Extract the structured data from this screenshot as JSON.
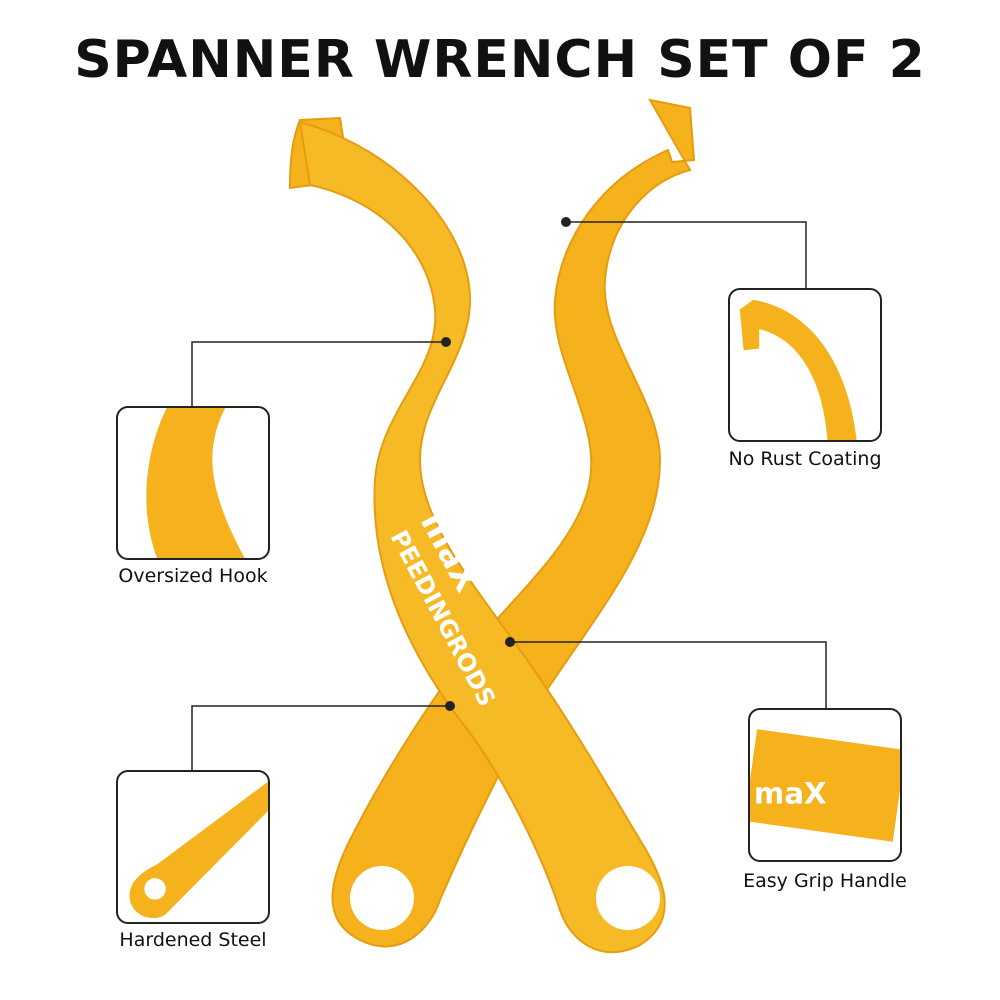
{
  "title": "SPANNER WRENCH SET OF 2",
  "brand": {
    "line1": "maX",
    "line2": "PEEDINGRODS"
  },
  "callouts": {
    "oversized_hook": "Oversized Hook",
    "no_rust": "No Rust Coating",
    "hardened_steel": "Hardened Steel",
    "easy_grip": "Easy Grip Handle"
  },
  "colors": {
    "wrench": "#f5b21c",
    "wrench_shade": "#e59d0f",
    "line": "#222222"
  }
}
